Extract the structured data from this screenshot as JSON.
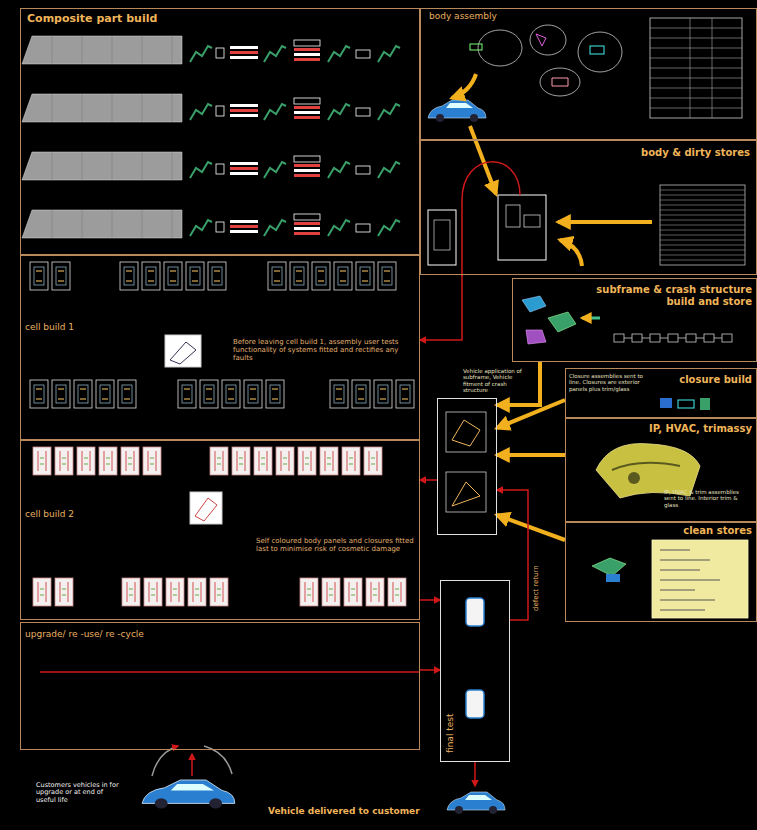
{
  "diagram": {
    "nodes": [
      {
        "text": [
          "Composite part build"
        ]
      },
      {
        "text": [
          "body assembly"
        ]
      },
      {
        "text": [
          "body & dirty stores"
        ]
      },
      {
        "text": [
          "cell build 1",
          "Before leaving cell build 1, assembly user tests functionality of systems fitted and rectifies any faults"
        ]
      },
      {
        "text": [
          "cell build 2",
          "Self coloured body panels and closures fitted last to minimise risk of cosmetic damage"
        ]
      },
      {
        "text": [
          "subframe & crash structure build and store"
        ]
      },
      {
        "text": [
          "closure build",
          "Closure assemblies sent to line. Closures are exterior panels plus trim/glass"
        ]
      },
      {
        "text": [
          "IP, HVAC, trimassy",
          "IP, HVAC & trim assemblies sent to line. Interior trim & glass"
        ]
      },
      {
        "text": [
          "clean stores"
        ]
      },
      {
        "text": [
          "upgrade/ re -use/ re -cycle"
        ]
      },
      {
        "text": [
          "Vehicle application of subframe, Vehicle fitment of crash structure"
        ]
      },
      {
        "text": [
          "final test"
        ]
      }
    ],
    "edges": [
      {
        "from": 2,
        "to": 3,
        "arrow": "to"
      },
      {
        "from": 5,
        "to": 10,
        "arrow": "to"
      },
      {
        "from": 6,
        "to": 10,
        "arrow": "to"
      },
      {
        "from": 7,
        "to": 10,
        "arrow": "to"
      },
      {
        "from": 8,
        "to": 10,
        "arrow": "to"
      },
      {
        "from": 10,
        "to": 4,
        "arrow": "to"
      },
      {
        "from": 4,
        "to": 11,
        "arrow": "to"
      },
      {
        "from": 11,
        "to": 10,
        "label": "defect return",
        "arrow": "to"
      },
      {
        "from": 9,
        "to": 11,
        "arrow": "to"
      }
    ],
    "labels": [
      "Customers vehicles in for upgrade or at end of useful life",
      "Vehicle delivered to customer"
    ]
  }
}
